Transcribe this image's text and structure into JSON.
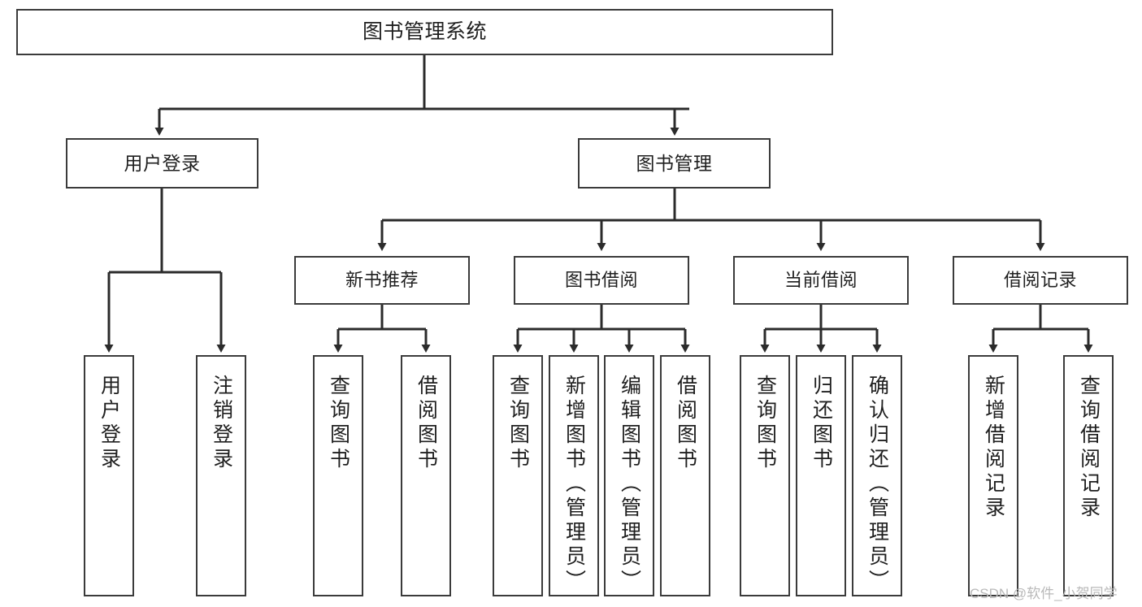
{
  "diagram": {
    "type": "tree-hierarchy",
    "title": "图书管理系统",
    "watermark": "CSDN @软件_小贺同学",
    "colors": {
      "box_border": "#3b3b3b",
      "box_fill": "#ffffff",
      "connector": "#2b2b2b",
      "text": "#1f1f1f",
      "watermark": "#b9b9b9",
      "background": "#ffffff"
    },
    "root": {
      "id": "root",
      "label": "图书管理系统"
    },
    "level2": [
      {
        "id": "user-login",
        "label": "用户登录"
      },
      {
        "id": "book-manage",
        "label": "图书管理"
      }
    ],
    "level3": [
      {
        "id": "new-book-rec",
        "label": "新书推荐"
      },
      {
        "id": "book-borrow",
        "label": "图书借阅"
      },
      {
        "id": "current-borrow",
        "label": "当前借阅"
      },
      {
        "id": "borrow-record",
        "label": "借阅记录"
      }
    ],
    "leaves": {
      "user_login": [
        {
          "id": "leaf-user-login",
          "label": "用户登录"
        },
        {
          "id": "leaf-logout",
          "label": "注销登录"
        }
      ],
      "new_book_rec": [
        {
          "id": "leaf-query-book-1",
          "label": "查询图书"
        },
        {
          "id": "leaf-borrow-book-1",
          "label": "借阅图书"
        }
      ],
      "book_borrow": [
        {
          "id": "leaf-query-book-2",
          "label": "查询图书"
        },
        {
          "id": "leaf-add-book",
          "label": "新增图书（管理员）"
        },
        {
          "id": "leaf-edit-book",
          "label": "编辑图书（管理员）"
        },
        {
          "id": "leaf-borrow-book-2",
          "label": "借阅图书"
        }
      ],
      "current_borrow": [
        {
          "id": "leaf-query-book-3",
          "label": "查询图书"
        },
        {
          "id": "leaf-return-book",
          "label": "归还图书"
        },
        {
          "id": "leaf-confirm-return",
          "label": "确认归还（管理员）"
        }
      ],
      "borrow_record": [
        {
          "id": "leaf-add-record",
          "label": "新增借阅记录"
        },
        {
          "id": "leaf-query-record",
          "label": "查询借阅记录"
        }
      ]
    }
  }
}
